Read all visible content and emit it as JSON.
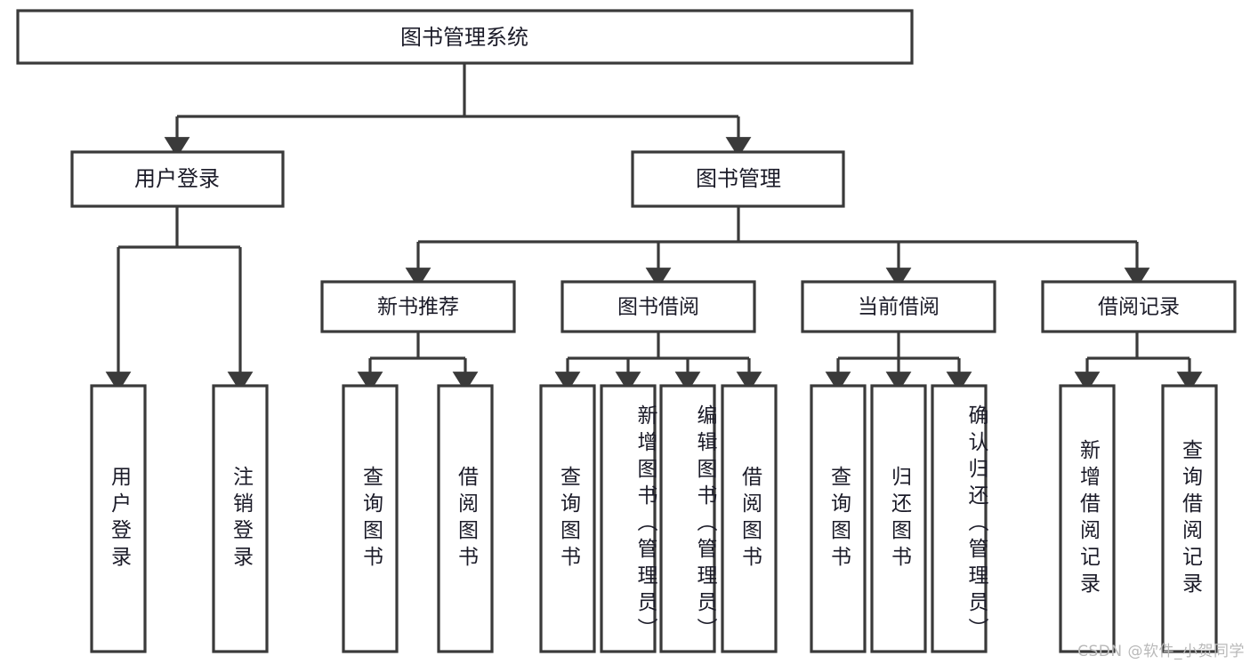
{
  "diagram": {
    "title": "图书管理系统",
    "type": "tree",
    "watermark": "CSDN @软件_小贺同学",
    "colors": {
      "stroke": "#3a3a3a",
      "box_fill": "#ffffff",
      "text": "#1b1b28",
      "watermark": "#b9b9b9",
      "background": "#ffffff"
    },
    "levels": {
      "root": {
        "label": "图书管理系统"
      },
      "level2": [
        {
          "label": "用户登录"
        },
        {
          "label": "图书管理"
        }
      ],
      "level3": [
        {
          "label": "新书推荐"
        },
        {
          "label": "图书借阅"
        },
        {
          "label": "当前借阅"
        },
        {
          "label": "借阅记录"
        }
      ],
      "leaves": [
        {
          "label": "用户登录"
        },
        {
          "label": "注销登录"
        },
        {
          "label": "查询图书"
        },
        {
          "label": "借阅图书"
        },
        {
          "label": "查询图书"
        },
        {
          "label": "新增图书（管理员）"
        },
        {
          "label": "编辑图书（管理员）"
        },
        {
          "label": "借阅图书"
        },
        {
          "label": "查询图书"
        },
        {
          "label": "归还图书"
        },
        {
          "label": "确认归还（管理员）"
        },
        {
          "label": "新增借阅记录"
        },
        {
          "label": "查询借阅记录"
        }
      ]
    },
    "edges": [
      {
        "from": "图书管理系统",
        "to": "用户登录"
      },
      {
        "from": "图书管理系统",
        "to": "图书管理"
      },
      {
        "from": "用户登录",
        "to": "用户登录"
      },
      {
        "from": "用户登录",
        "to": "注销登录"
      },
      {
        "from": "图书管理",
        "to": "新书推荐"
      },
      {
        "from": "图书管理",
        "to": "图书借阅"
      },
      {
        "from": "图书管理",
        "to": "当前借阅"
      },
      {
        "from": "图书管理",
        "to": "借阅记录"
      },
      {
        "from": "新书推荐",
        "to": "查询图书"
      },
      {
        "from": "新书推荐",
        "to": "借阅图书"
      },
      {
        "from": "图书借阅",
        "to": "查询图书"
      },
      {
        "from": "图书借阅",
        "to": "新增图书（管理员）"
      },
      {
        "from": "图书借阅",
        "to": "编辑图书（管理员）"
      },
      {
        "from": "图书借阅",
        "to": "借阅图书"
      },
      {
        "from": "当前借阅",
        "to": "查询图书"
      },
      {
        "from": "当前借阅",
        "to": "归还图书"
      },
      {
        "from": "当前借阅",
        "to": "确认归还（管理员）"
      },
      {
        "from": "借阅记录",
        "to": "新增借阅记录"
      },
      {
        "from": "借阅记录",
        "to": "查询借阅记录"
      }
    ]
  }
}
